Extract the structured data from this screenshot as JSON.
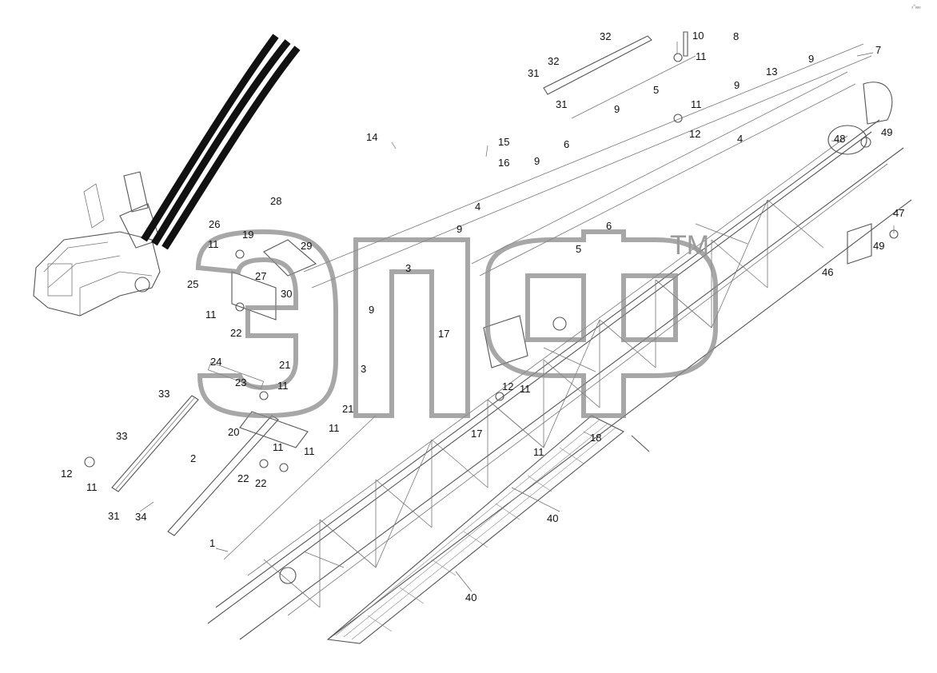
{
  "diagram": {
    "watermark": {
      "brand_glyphs": "эпф",
      "tm": "TM"
    },
    "corner_mark": "₂°ₒₒₒ",
    "callouts": [
      {
        "id": "c1",
        "label": "1"
      },
      {
        "id": "c2",
        "label": "2"
      },
      {
        "id": "c3a",
        "label": "3"
      },
      {
        "id": "c3b",
        "label": "3"
      },
      {
        "id": "c4a",
        "label": "4"
      },
      {
        "id": "c4b",
        "label": "4"
      },
      {
        "id": "c5a",
        "label": "5"
      },
      {
        "id": "c5b",
        "label": "5"
      },
      {
        "id": "c6a",
        "label": "6"
      },
      {
        "id": "c6b",
        "label": "6"
      },
      {
        "id": "c7",
        "label": "7"
      },
      {
        "id": "c8",
        "label": "8"
      },
      {
        "id": "c9a",
        "label": "9"
      },
      {
        "id": "c9b",
        "label": "9"
      },
      {
        "id": "c9c",
        "label": "9"
      },
      {
        "id": "c9d",
        "label": "9"
      },
      {
        "id": "c9e",
        "label": "9"
      },
      {
        "id": "c9f",
        "label": "9"
      },
      {
        "id": "c10",
        "label": "10"
      },
      {
        "id": "c11a",
        "label": "11"
      },
      {
        "id": "c11b",
        "label": "11"
      },
      {
        "id": "c11c",
        "label": "11"
      },
      {
        "id": "c11d",
        "label": "11"
      },
      {
        "id": "c11e",
        "label": "11"
      },
      {
        "id": "c11f",
        "label": "11"
      },
      {
        "id": "c11g",
        "label": "11"
      },
      {
        "id": "c11h",
        "label": "11"
      },
      {
        "id": "c11i",
        "label": "11"
      },
      {
        "id": "c11j",
        "label": "11"
      },
      {
        "id": "c11k",
        "label": "11"
      },
      {
        "id": "c12a",
        "label": "12"
      },
      {
        "id": "c12b",
        "label": "12"
      },
      {
        "id": "c12c",
        "label": "12"
      },
      {
        "id": "c13",
        "label": "13"
      },
      {
        "id": "c14",
        "label": "14"
      },
      {
        "id": "c15",
        "label": "15"
      },
      {
        "id": "c16",
        "label": "16"
      },
      {
        "id": "c17a",
        "label": "17"
      },
      {
        "id": "c17b",
        "label": "17"
      },
      {
        "id": "c18",
        "label": "18"
      },
      {
        "id": "c19",
        "label": "19"
      },
      {
        "id": "c20",
        "label": "20"
      },
      {
        "id": "c21a",
        "label": "21"
      },
      {
        "id": "c21b",
        "label": "21"
      },
      {
        "id": "c22a",
        "label": "22"
      },
      {
        "id": "c22b",
        "label": "22"
      },
      {
        "id": "c22c",
        "label": "22"
      },
      {
        "id": "c23",
        "label": "23"
      },
      {
        "id": "c24",
        "label": "24"
      },
      {
        "id": "c25",
        "label": "25"
      },
      {
        "id": "c26",
        "label": "26"
      },
      {
        "id": "c27",
        "label": "27"
      },
      {
        "id": "c28",
        "label": "28"
      },
      {
        "id": "c29",
        "label": "29"
      },
      {
        "id": "c30",
        "label": "30"
      },
      {
        "id": "c31a",
        "label": "31"
      },
      {
        "id": "c31b",
        "label": "31"
      },
      {
        "id": "c31c",
        "label": "31"
      },
      {
        "id": "c32a",
        "label": "32"
      },
      {
        "id": "c32b",
        "label": "32"
      },
      {
        "id": "c33a",
        "label": "33"
      },
      {
        "id": "c33b",
        "label": "33"
      },
      {
        "id": "c34",
        "label": "34"
      },
      {
        "id": "c40a",
        "label": "40"
      },
      {
        "id": "c40b",
        "label": "40"
      },
      {
        "id": "c46",
        "label": "46"
      },
      {
        "id": "c47",
        "label": "47"
      },
      {
        "id": "c48",
        "label": "48"
      },
      {
        "id": "c49a",
        "label": "49"
      },
      {
        "id": "c49b",
        "label": "49"
      }
    ]
  }
}
